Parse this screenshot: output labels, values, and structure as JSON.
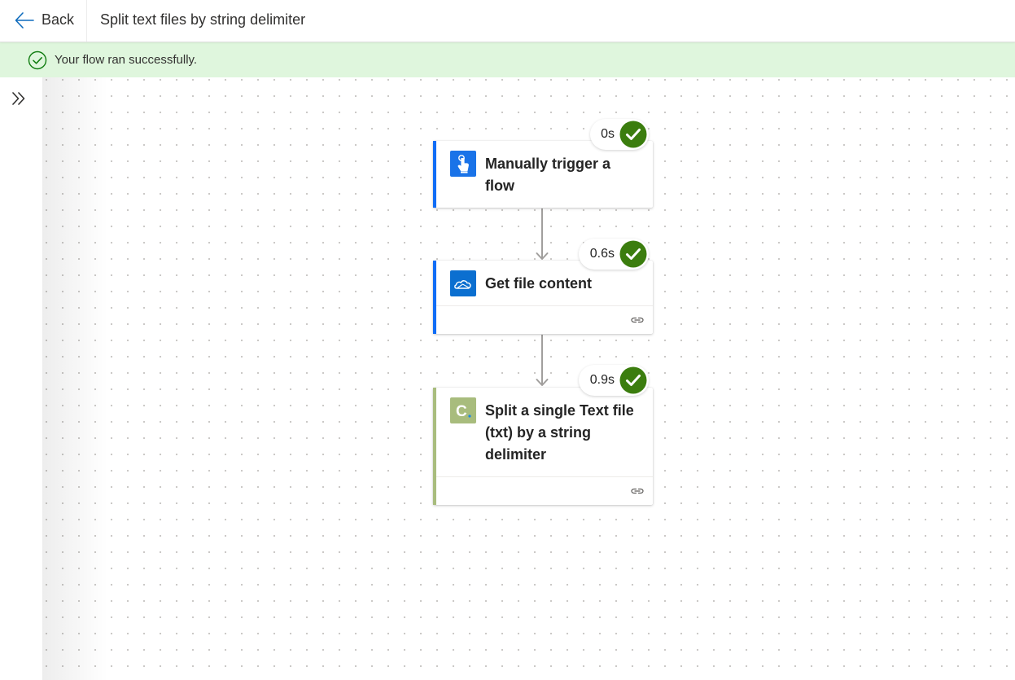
{
  "header": {
    "back_label": "Back",
    "flow_title": "Split text files by string delimiter"
  },
  "banner": {
    "message": "Your flow ran successfully.",
    "status_color": "#107c10"
  },
  "steps": [
    {
      "title": "Manually trigger a flow",
      "duration": "0s",
      "accent_color": "#0f6cf6",
      "icon": "touch-trigger-icon",
      "icon_color": "#1a73e8"
    },
    {
      "title": "Get file content",
      "duration": "0.6s",
      "accent_color": "#0f6cf6",
      "icon": "onedrive-cloud-icon",
      "icon_color": "#0b6fd0"
    },
    {
      "title": "Split a single Text file (txt) by a string delimiter",
      "duration": "0.9s",
      "accent_color": "#a8bc7d",
      "icon": "encodian-c-icon",
      "icon_glyph": "C",
      "icon_color": "#a8bc7d"
    }
  ],
  "success_color": "#3b7d0e"
}
